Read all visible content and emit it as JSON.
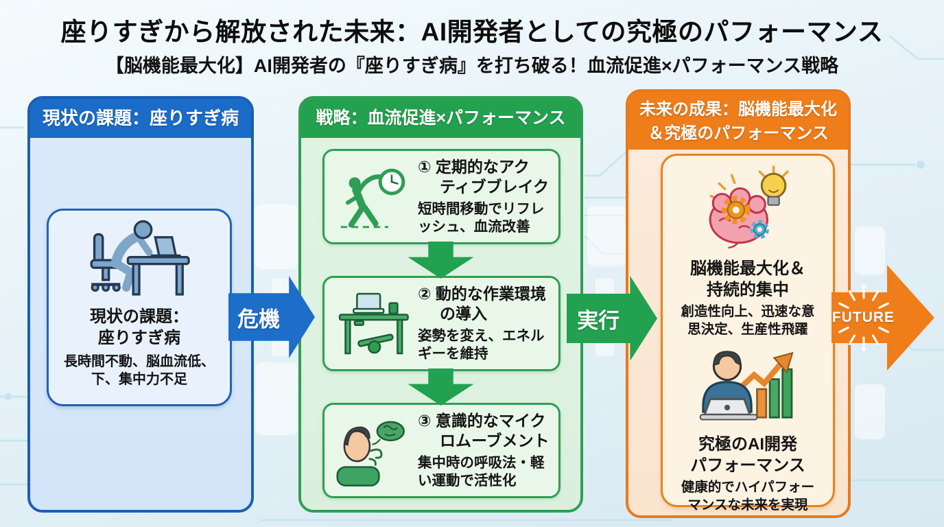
{
  "header": {
    "title": "座りすぎから解放された未来：AI開発者としての究極のパフォーマンス",
    "subtitle": "【脳機能最大化】AI開発者の『座りすぎ病』を打ち破る！血流促進×パフォーマンス戦略"
  },
  "problem_column": {
    "header": "現状の課題：座りすぎ病",
    "card": {
      "icon": "slumped-person-at-desk-icon",
      "title": "現状の課題：\n座りすぎ病",
      "desc": "長時間不動、脳血流低、\n下、集中力不足"
    }
  },
  "strategy_column": {
    "header": "戦略：血流促進×パフォーマンス",
    "steps": [
      {
        "icon": "stretching-person-clock-icon",
        "title": "① 定期的なアク\nティブブレイク",
        "desc": "短時間移動でリフレ\nッシュ、血流改善"
      },
      {
        "icon": "standing-desk-balance-board-icon",
        "title": "② 動的な作業環境\nの導入",
        "desc": "姿勢を変え、エネル\nギーを維持"
      },
      {
        "icon": "breathing-person-brain-icon",
        "title": "③ 意識的なマイク\nロムーブメント",
        "desc": "集中時の呼吸法・軽\nい運動で活性化"
      }
    ]
  },
  "outcome_column": {
    "header": "未来の成果：脳機能最大化\n＆究極のパフォーマンス",
    "sections": [
      {
        "icon": "brain-gears-lightbulb-icon",
        "title": "脳機能最大化＆\n持続的集中",
        "desc": "創造性向上、迅速な意\n思決定、生産性飛躍"
      },
      {
        "icon": "developer-growth-chart-icon",
        "title": "究極のAI開発\nパフォーマンス",
        "desc": "健康的でハイパフォー\nマンスな未来を実現"
      }
    ]
  },
  "arrows": {
    "crisis_label": "危機",
    "execute_label": "実行",
    "future_label": "FUTURE"
  },
  "colors": {
    "blue_header": "#1a6cc8",
    "blue_arrow": "#1d6ec9",
    "green_header": "#23a14e",
    "green_arrow": "#22a150",
    "orange_header": "#ee7d1a",
    "background": "#e6f2f7",
    "text": "#111111"
  }
}
